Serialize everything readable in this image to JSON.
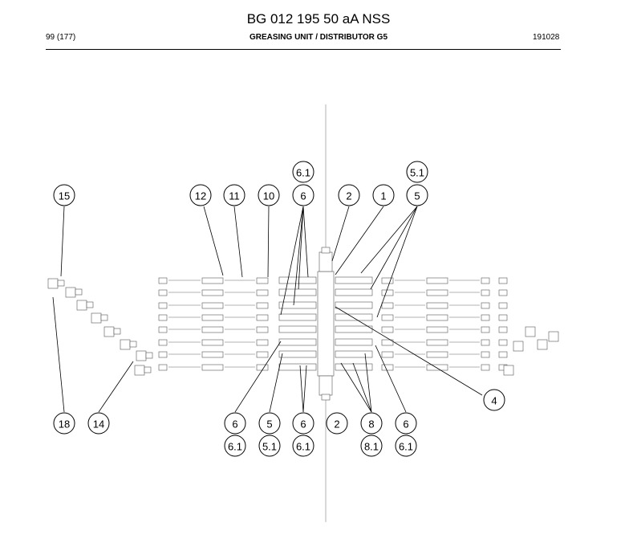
{
  "document": {
    "title": "BG 012 195 50 aA NSS",
    "page": "99 (177)",
    "section": "GREASING UNIT / DISTRIBUTOR G5",
    "code": "191028"
  },
  "callouts": [
    {
      "label": "15"
    },
    {
      "label": "12"
    },
    {
      "label": "11"
    },
    {
      "label": "10"
    },
    {
      "label": "6.1"
    },
    {
      "label": "6"
    },
    {
      "label": "2"
    },
    {
      "label": "1"
    },
    {
      "label": "5.1"
    },
    {
      "label": "5"
    },
    {
      "label": "4"
    },
    {
      "label": "18"
    },
    {
      "label": "14"
    },
    {
      "label": "6"
    },
    {
      "label": "6.1"
    },
    {
      "label": "5"
    },
    {
      "label": "5.1"
    },
    {
      "label": "6"
    },
    {
      "label": "6.1"
    },
    {
      "label": "2"
    },
    {
      "label": "8"
    },
    {
      "label": "8.1"
    },
    {
      "label": "6"
    },
    {
      "label": "6.1"
    }
  ]
}
